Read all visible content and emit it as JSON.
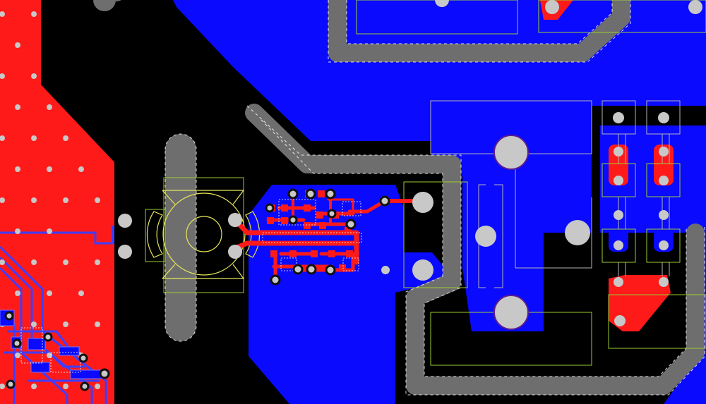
{
  "view": {
    "kind": "PCB layout viewer",
    "colors": {
      "background": "#000000",
      "top_copper": "#FF1A1A",
      "bottom_copper": "#0A0AFF",
      "keepout": "#6E6E6E",
      "keepout_dash": "#FFFFFF",
      "pad": "#C8C8C8",
      "silkscreen_footprint": "#9ACD32",
      "silkscreen_component": "#E8E85A",
      "via_ring": "#5A1E8C"
    },
    "layers_visible": [
      "top-copper",
      "bottom-copper",
      "keepout",
      "silkscreen",
      "pads",
      "vias"
    ]
  }
}
